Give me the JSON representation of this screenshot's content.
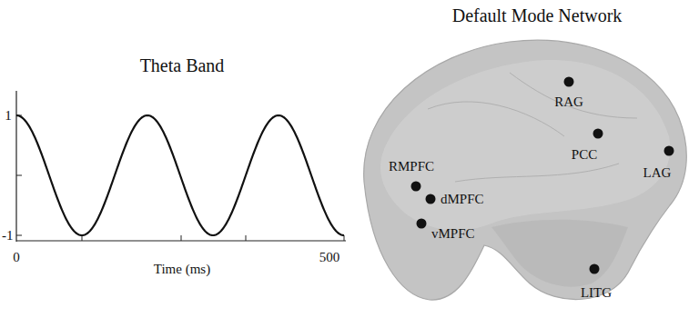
{
  "diagram": {
    "labels": [
      "Theta Band",
      "1",
      "-1",
      "0",
      "Time (ms)",
      "500",
      "Default Mode Network",
      "RAG",
      "PCC",
      "LAG",
      "RMPFC",
      "dMPFC",
      "vMPFC",
      "LITG"
    ]
  }
}
